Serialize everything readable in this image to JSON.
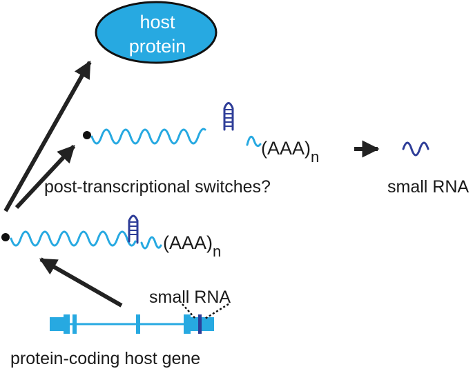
{
  "host_protein": {
    "line1": "host",
    "line2": "protein",
    "fill": "#27A9E1",
    "stroke": "#111111"
  },
  "poly_a": {
    "base": "(AAA)",
    "sub": "n"
  },
  "labels": {
    "switches": "post-transcriptional switches?",
    "small_rna_product": "small RNA",
    "small_rna_gene": "small RNA",
    "host_gene": "protein-coding host gene"
  },
  "colors": {
    "transcript": "#27A9E1",
    "small_rna": "#2E3D98",
    "gene": "#27A9E1",
    "arrow": "#222222"
  }
}
